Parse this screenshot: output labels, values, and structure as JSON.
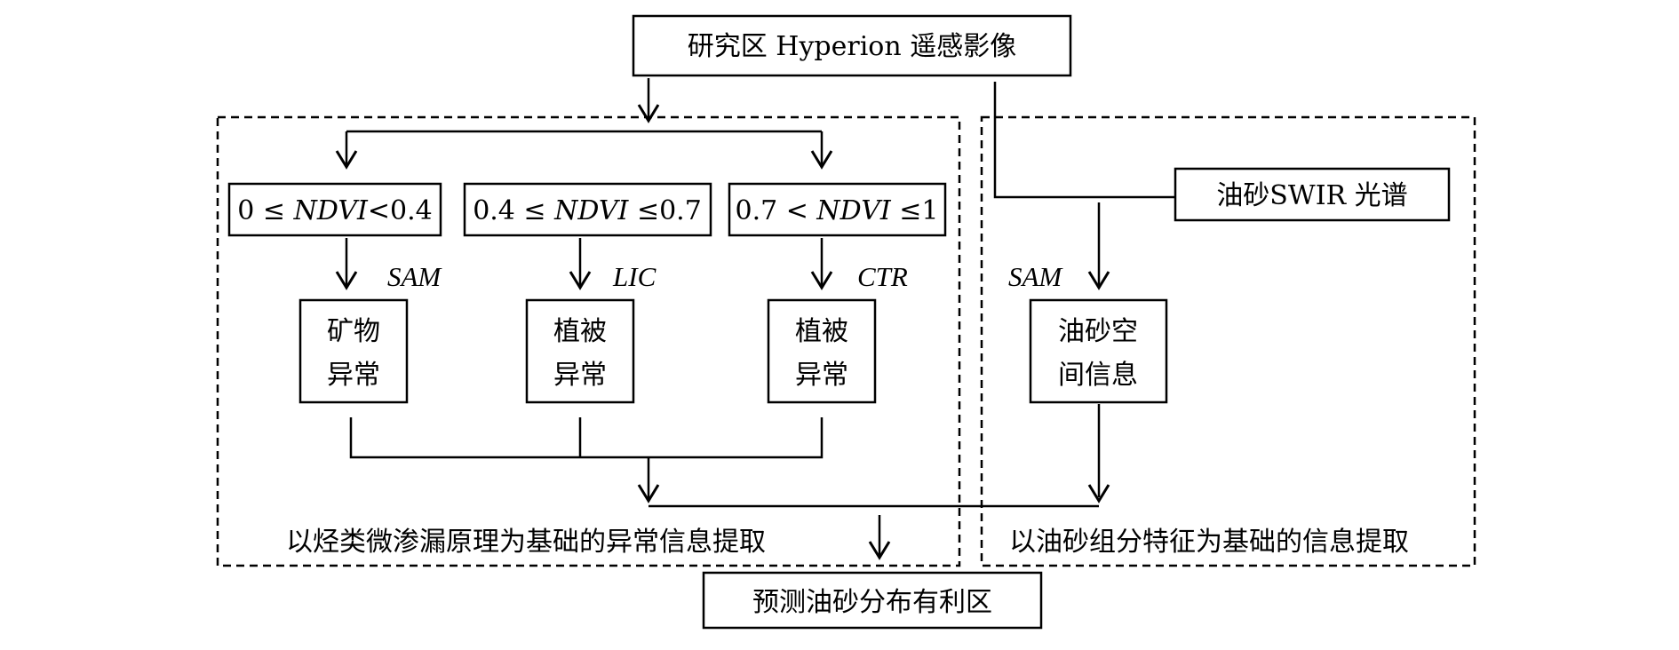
{
  "source": {
    "label": "研究区 Hyperion 遥感影像"
  },
  "left_region": {
    "label": "以烃类微渗漏原理为基础的异常信息提取"
  },
  "right_region": {
    "label": "以油砂组分特征为基础的信息提取"
  },
  "ndvi_classes": [
    {
      "pre": "0 ≤ ",
      "var": "NDVI",
      "post": "<0.4"
    },
    {
      "pre": "0.4 ≤ ",
      "var": "NDVI",
      "post": " ≤0.7"
    },
    {
      "pre": "0.7 < ",
      "var": "NDVI",
      "post": " ≤1"
    }
  ],
  "methods": [
    "SAM",
    "LIC",
    "CTR",
    "SAM"
  ],
  "anomalies": [
    {
      "line1": "矿物",
      "line2": "异常"
    },
    {
      "line1": "植被",
      "line2": "异常"
    },
    {
      "line1": "植被",
      "line2": "异常"
    }
  ],
  "swir": {
    "label": "油砂SWIR 光谱"
  },
  "oil_sand_info": {
    "line1": "油砂空",
    "line2": "间信息"
  },
  "result": {
    "label": "预测油砂分布有利区"
  }
}
